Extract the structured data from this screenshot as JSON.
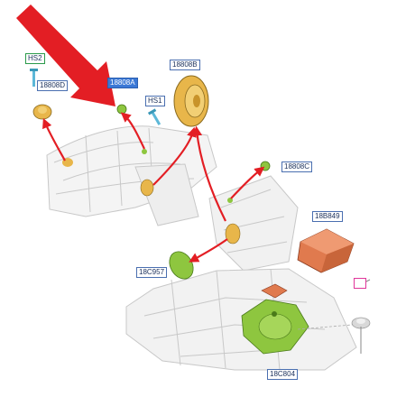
{
  "parts": {
    "hs2": "HS2",
    "p18808d": "18808D",
    "p18808a": "18808A",
    "hs1": "HS1",
    "p18808b": "18808B",
    "p18808c": "18808C",
    "p18b849": "18B849",
    "p18c957": "18C957",
    "p18c804": "18C804"
  },
  "colors": {
    "arrow_red": "#e31e24",
    "speaker_yellow": "#e8b64a",
    "part_green": "#8ec63f",
    "amp_orange": "#e07a4e",
    "label_border": "#4a6fb0",
    "highlight": "#3a78d6"
  }
}
